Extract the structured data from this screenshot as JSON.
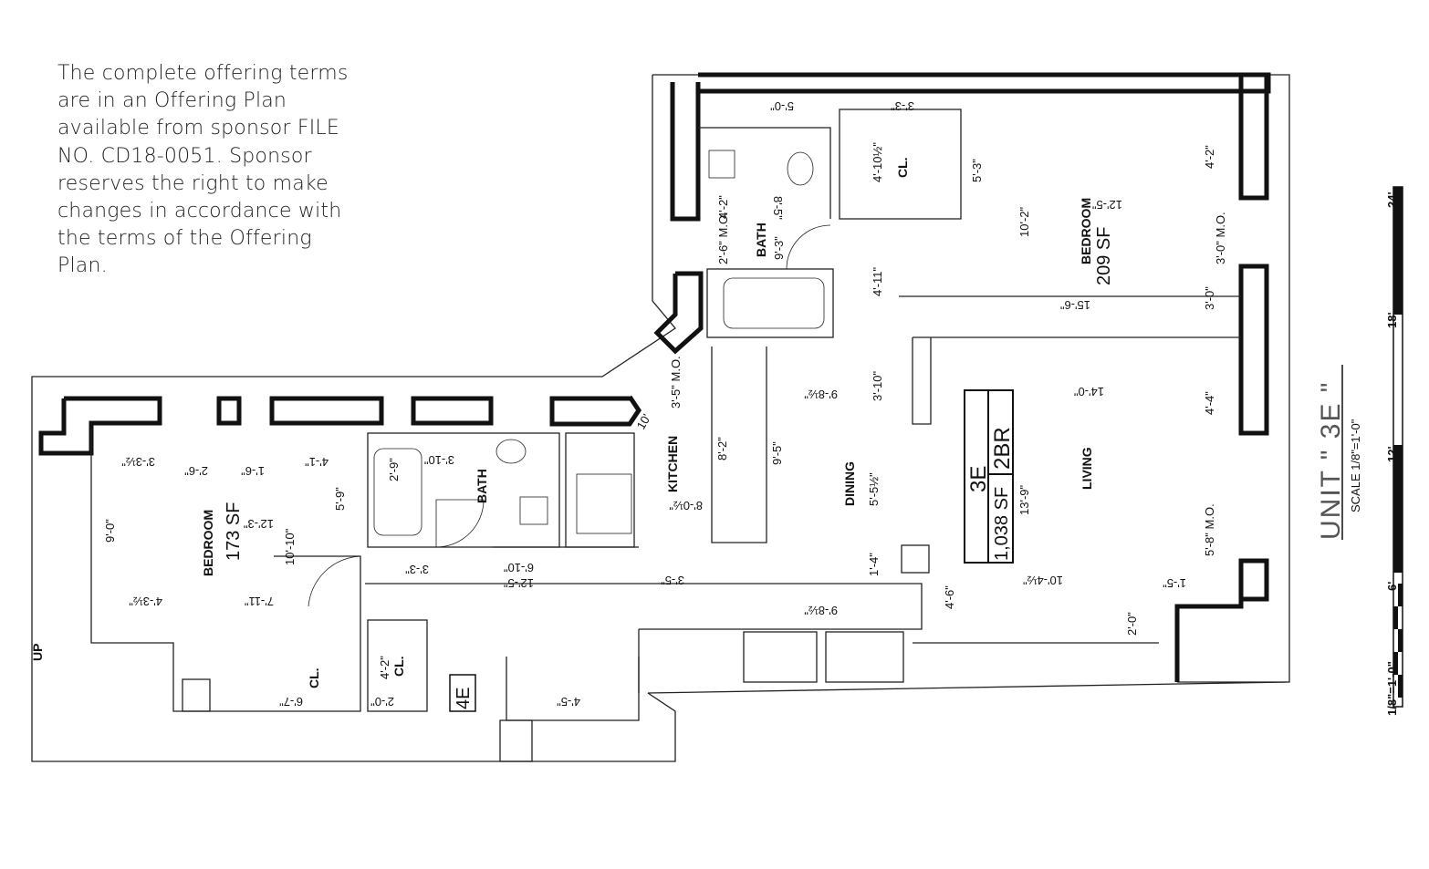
{
  "notes": "The complete offering terms are in an Offering Plan available from sponsor FILE NO. CD18-0051. Sponsor reserves the right to make changes in accordance with the terms of the Offering Plan.",
  "title": {
    "unit": "UNIT \" 3E \"",
    "scale": "SCALE 1/8\"=1'-0\""
  },
  "unit_box": {
    "unit": "3E",
    "area": "1,038 SF",
    "type": "2BR"
  },
  "rooms": {
    "bedroom1": "BEDROOM",
    "bedroom1_sf": "209 SF",
    "bedroom2": "BEDROOM",
    "bedroom2_sf": "173 SF",
    "living": "LIVING",
    "dining": "DINING",
    "kitchen": "KITCHEN",
    "bath1": "BATH",
    "bath2": "BATH",
    "cl1": "CL.",
    "cl2": "CL.",
    "cl3": "CL.",
    "neighbor": "4E",
    "up": "UP"
  },
  "scale_bar": {
    "labels": [
      "1/8\"=1'-0\"",
      "6'",
      "12'",
      "18'",
      "24'"
    ]
  },
  "dims": [
    "5'-0\"",
    "3'-3\"",
    "4'-10½\"",
    "CL.",
    "12'-5\"",
    "4'-2\"",
    "5'-3\"",
    "10'-2\"",
    "8'-5\"",
    "9'-3\"",
    "4'-2\"",
    "2'-6\" M.O.",
    "4'-11\"",
    "3'-0\" M.O.",
    "3'-0\"",
    "15'-6\"",
    "3'-10\"",
    "9'-8½\"",
    "14'-0\"",
    "4'-4\"",
    "8'-2\"",
    "9'-5\"",
    "8'-0½\"",
    "5'-5½\"",
    "13'-9\"",
    "5'-8\" M.O.",
    "1'-4\"",
    "4'-6\"",
    "10'-4½\"",
    "2'-0\"",
    "9'-8½\"",
    "3'-5\"",
    "12'-5\"",
    "6'-10\"",
    "3'-3½\"",
    "2'-6\"",
    "1'-6\"",
    "4'-1\"",
    "5'-9\"",
    "9'-0\"",
    "12'-3\"",
    "10'-10\"",
    "4'-3½\"",
    "7'-11\"",
    "6'-7\"",
    "4'-2\"",
    "2'-0\"",
    "4'-5\"",
    "3'-10\"",
    "2'-9\"",
    "3'-3\"",
    "1'-5\"",
    "3'-5\" M.O.",
    "10'"
  ]
}
